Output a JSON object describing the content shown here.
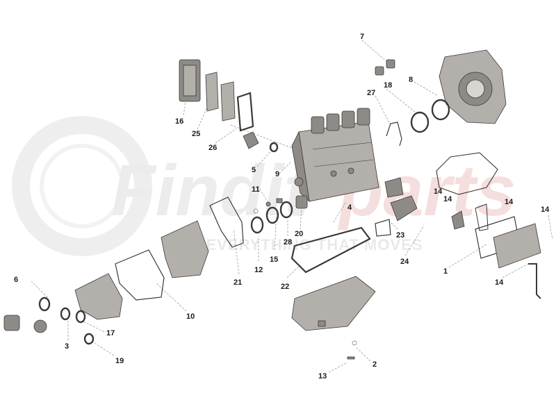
{
  "watermark": {
    "brand": "Findit",
    "brand_tail": "parts",
    "tagline": "FOR EVERYTHING THAT MOVES"
  },
  "callouts": [
    {
      "id": "c1",
      "label": "1"
    },
    {
      "id": "c2",
      "label": "2"
    },
    {
      "id": "c3",
      "label": "3"
    },
    {
      "id": "c4",
      "label": "4"
    },
    {
      "id": "c5",
      "label": "5"
    },
    {
      "id": "c6",
      "label": "6"
    },
    {
      "id": "c7",
      "label": "7"
    },
    {
      "id": "c8",
      "label": "8"
    },
    {
      "id": "c9",
      "label": "9"
    },
    {
      "id": "c10",
      "label": "10"
    },
    {
      "id": "c11",
      "label": "11"
    },
    {
      "id": "c12",
      "label": "12"
    },
    {
      "id": "c13",
      "label": "13"
    },
    {
      "id": "c14a",
      "label": "14"
    },
    {
      "id": "c14b",
      "label": "14"
    },
    {
      "id": "c14c",
      "label": "14"
    },
    {
      "id": "c14d",
      "label": "14"
    },
    {
      "id": "c14e",
      "label": "14"
    },
    {
      "id": "c15",
      "label": "15"
    },
    {
      "id": "c16",
      "label": "16"
    },
    {
      "id": "c17",
      "label": "17"
    },
    {
      "id": "c18",
      "label": "18"
    },
    {
      "id": "c19",
      "label": "19"
    },
    {
      "id": "c20",
      "label": "20"
    },
    {
      "id": "c21",
      "label": "21"
    },
    {
      "id": "c22",
      "label": "22"
    },
    {
      "id": "c23",
      "label": "23"
    },
    {
      "id": "c24",
      "label": "24"
    },
    {
      "id": "c25",
      "label": "25"
    },
    {
      "id": "c26",
      "label": "26"
    },
    {
      "id": "c27",
      "label": "27"
    },
    {
      "id": "c28",
      "label": "28"
    }
  ]
}
